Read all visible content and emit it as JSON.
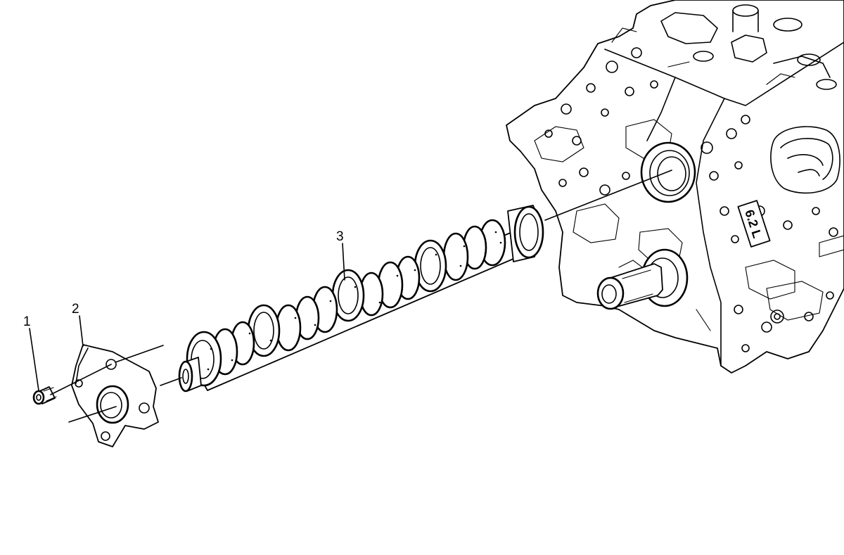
{
  "callouts": [
    {
      "id": "1",
      "label": "1"
    },
    {
      "id": "2",
      "label": "2"
    },
    {
      "id": "3",
      "label": "3"
    }
  ],
  "engine_block": {
    "displacement_label": "6.2 L"
  },
  "colors": {
    "line": "#000000",
    "background": "#ffffff"
  }
}
